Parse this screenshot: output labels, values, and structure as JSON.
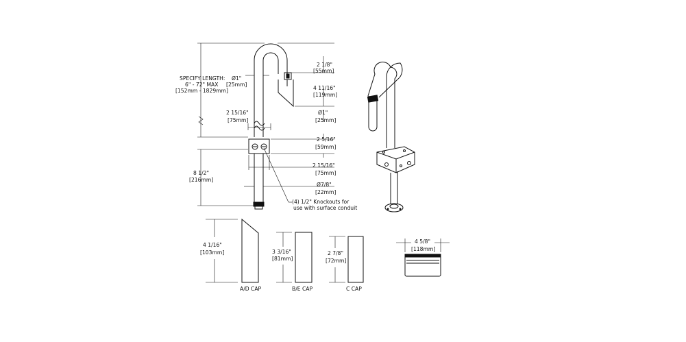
{
  "dimensions": {
    "specify_length": [
      "SPECIFY LENGTH:",
      "6\" - 72\" MAX",
      "[152mm - 1829mm]"
    ],
    "pipe_dia": [
      "Ø1\"",
      "[25mm]"
    ],
    "height_2_1_8": [
      "2 1/8\"",
      "[55mm]"
    ],
    "height_4_11_16": [
      "4 11/16\"",
      "[119mm]"
    ],
    "nozzle_dia": [
      "Ø1\"",
      "[25mm]"
    ],
    "width_2_15_16_top": [
      "2 15/16\"",
      "[75mm]"
    ],
    "box_2_5_16": [
      "2 5/16\"",
      "[59mm]"
    ],
    "box_2_15_16": [
      "2 15/16\"",
      "[75mm]"
    ],
    "base_dia": [
      "Ø7/8\"",
      "[22mm]"
    ],
    "lower_8_1_2": [
      "8 1/2\"",
      "[216mm]"
    ],
    "knockouts_note": [
      "(4) 1/2\" Knockouts for",
      "use with surface conduit"
    ]
  },
  "caps": {
    "ad": {
      "dim": [
        "4 1/16\"",
        "[103mm]"
      ],
      "label": "A/D CAP"
    },
    "be": {
      "dim": [
        "3 3/16\"",
        "[81mm]"
      ],
      "label": "B/E CAP"
    },
    "c": {
      "dim": [
        "2 7/8\"",
        "[72mm]"
      ],
      "label": "C CAP"
    },
    "top": {
      "dim": [
        "4 5/8\"",
        "[118mm]"
      ]
    }
  }
}
